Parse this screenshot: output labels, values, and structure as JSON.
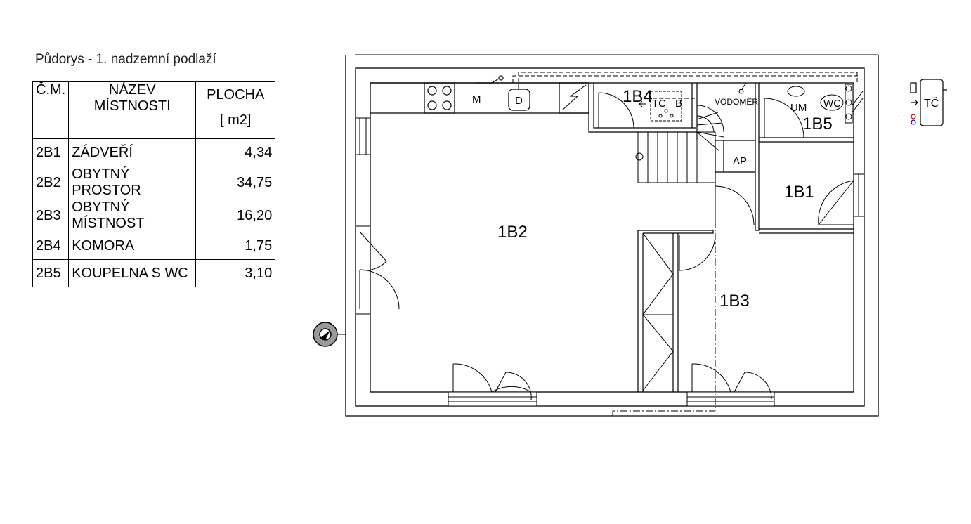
{
  "page": {
    "title": "Půdorys - 1. nadzemní podlaží"
  },
  "table": {
    "headers": {
      "number": "Č.M.",
      "name": "NÁZEV MÍSTNOSTI",
      "area": "PLOCHA",
      "unit": "[ m2]"
    },
    "rows": [
      {
        "number": "2B1",
        "name": "ZÁDVEŘÍ",
        "area": "4,34"
      },
      {
        "number": "2B2",
        "name": "OBYTNÝ PROSTOR",
        "area": "34,75"
      },
      {
        "number": "2B3",
        "name": "OBYTNÝ MÍSTNOST",
        "area": "16,20"
      },
      {
        "number": "2B4",
        "name": "KOMORA",
        "area": "1,75"
      },
      {
        "number": "2B5",
        "name": "KOUPELNA S WC",
        "area": "3,10"
      }
    ]
  },
  "plan": {
    "rooms": {
      "r1": "1B1",
      "r2": "1B2",
      "r3": "1B3",
      "r4": "1B4",
      "r5": "1B5"
    },
    "fixtures": {
      "m": "M",
      "d": "D",
      "tc": "TČ",
      "b": "B",
      "vodomer": "VODOMĚR",
      "um": "UM",
      "wc": "WC",
      "ap": "AP"
    },
    "legend": {
      "tc": "TČ"
    }
  },
  "colors": {
    "line": "#000000",
    "paper": "#ffffff",
    "chimney": "#9a9a9a"
  }
}
